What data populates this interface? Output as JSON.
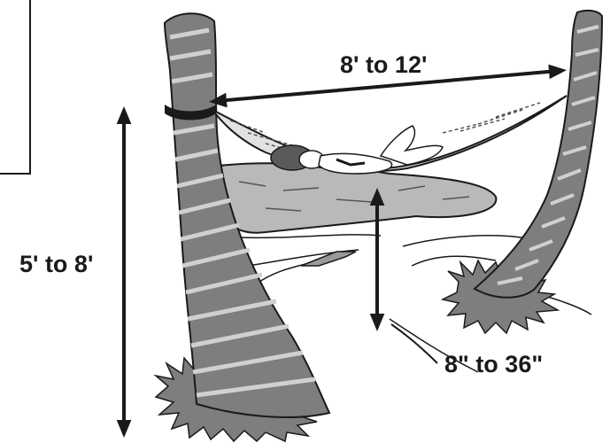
{
  "labels": {
    "span": "8' to 12'",
    "height": "5' to 8'",
    "clearance": "8\" to 36\""
  },
  "colors": {
    "ink": "#1a1a1a",
    "trunk": "#7e7e7e",
    "trunk_stripe": "#c8c8c8",
    "sand": "#b9b9b9",
    "hammock": "#e2e2e2",
    "background": "#ffffff"
  }
}
